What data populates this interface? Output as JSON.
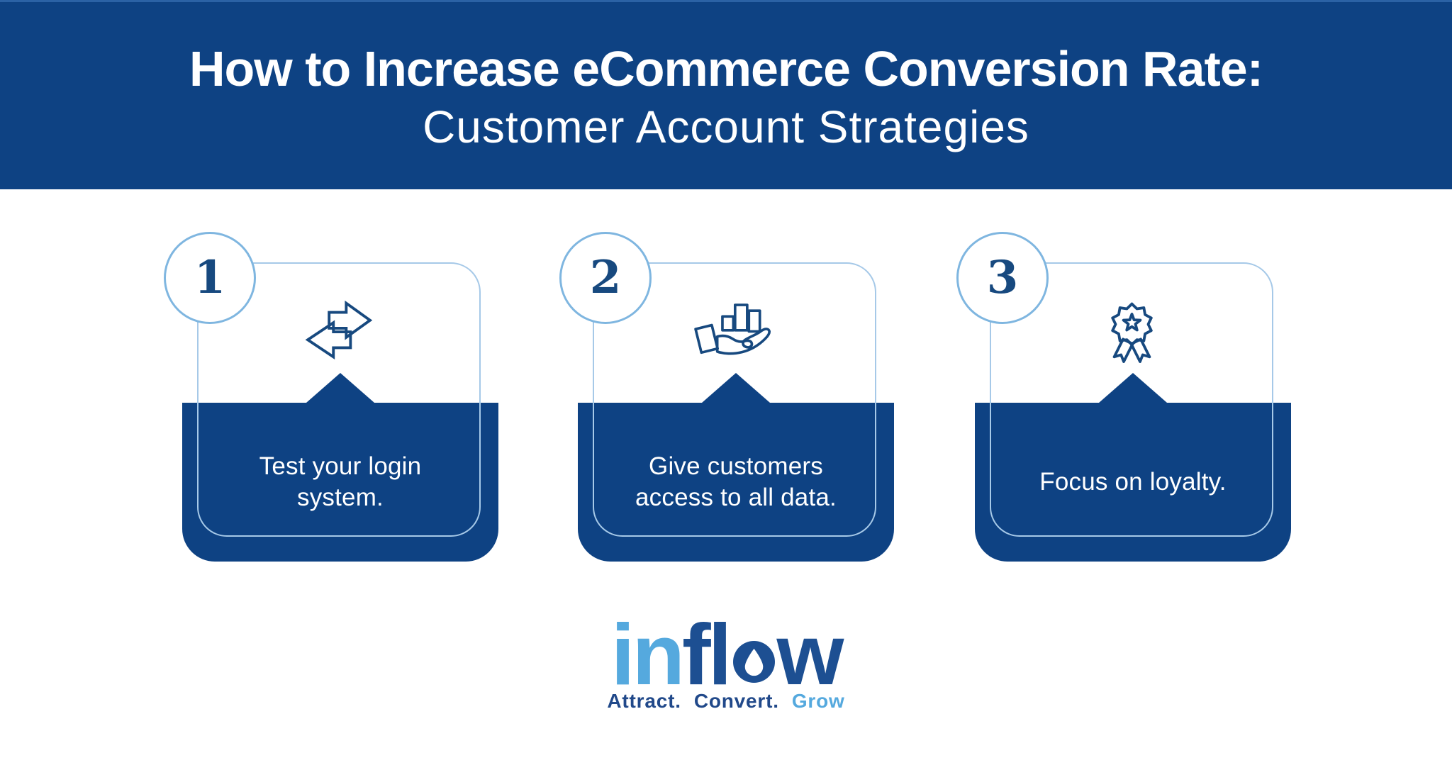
{
  "header": {
    "title_line1": "How to Increase eCommerce Conversion Rate:",
    "title_line2": "Customer Account Strategies"
  },
  "steps": [
    {
      "number": "1",
      "icon": "transfer-arrows-icon",
      "text": "Test your login system."
    },
    {
      "number": "2",
      "icon": "hand-holding-data-icon",
      "text": "Give customers access to all data."
    },
    {
      "number": "3",
      "icon": "award-ribbon-icon",
      "text": "Focus on loyalty."
    }
  ],
  "footer": {
    "logo": {
      "name": "inflow",
      "part1": "in",
      "part2": "fl",
      "part3": "w",
      "drop_icon": "water-drop-icon"
    },
    "tagline": {
      "word1": "Attract.",
      "word2": "Convert.",
      "word3": "Grow"
    }
  },
  "colors": {
    "navy": "#0e4283",
    "outline_light_blue": "#a6c9e8",
    "badge_border_blue": "#7fb6e0",
    "icon_navy": "#17497f",
    "logo_light_blue": "#55a9de",
    "logo_dark_blue": "#1d4f92",
    "text_white": "#ffffff"
  }
}
